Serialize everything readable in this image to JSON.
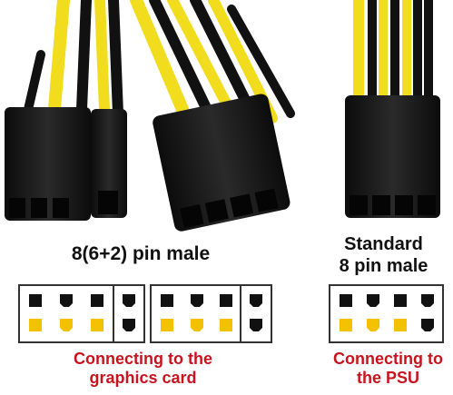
{
  "labels": {
    "left_title": "8(6+2) pin male",
    "right_title_line1": "Standard",
    "right_title_line2": "8 pin male"
  },
  "captions": {
    "left_line1": "Connecting to the",
    "left_line2": "graphics card",
    "right_line1": "Connecting to",
    "right_line2": "the PSU"
  },
  "colors": {
    "wire_yellow": "#f2dc1e",
    "wire_black": "#111111",
    "connector": "#1b1b1b",
    "pin_black": "#111111",
    "pin_yellow": "#f2c200",
    "caption_red": "#c8141e"
  }
}
